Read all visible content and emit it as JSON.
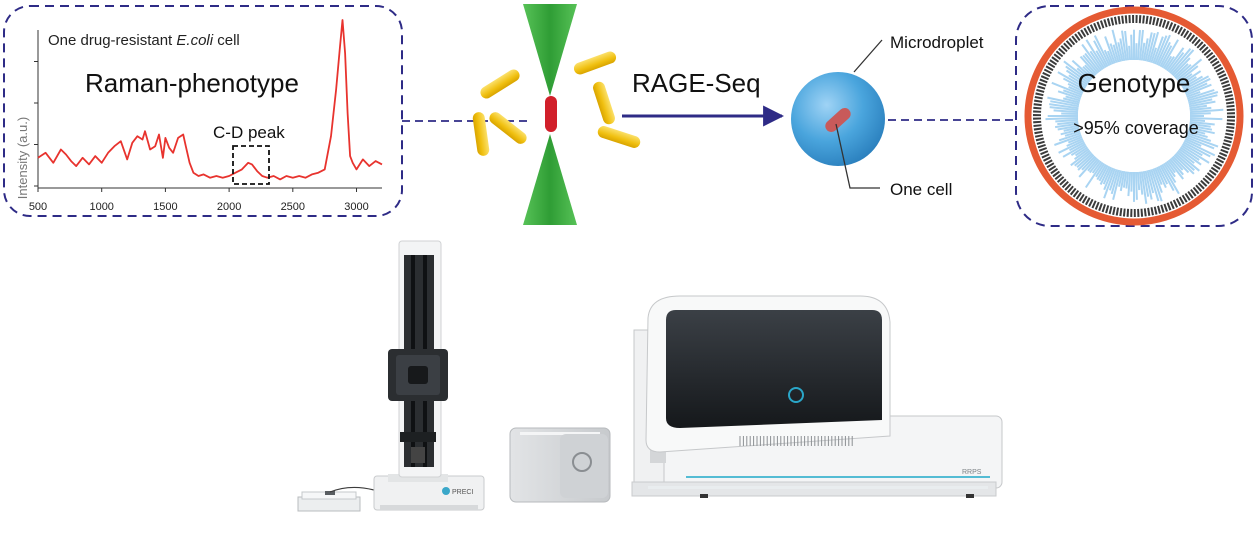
{
  "raman_panel": {
    "cell_label_prefix": "One drug-resistant ",
    "cell_label_species": "E.coli",
    "cell_label_suffix": " cell",
    "title": "Raman-phenotype",
    "peak_label": "C-D peak",
    "ylabel": "Intensity (a.u.)"
  },
  "chart_data": {
    "type": "line",
    "xlabel": "",
    "ylabel": "Intensity (a.u.)",
    "xlim": [
      500,
      3200
    ],
    "ylim": [
      0,
      1
    ],
    "x_ticks": [
      500,
      1000,
      1500,
      2000,
      2500,
      3000
    ],
    "series": [
      {
        "color": "#e8332e",
        "x": [
          500,
          560,
          620,
          680,
          720,
          760,
          800,
          850,
          900,
          950,
          1000,
          1050,
          1100,
          1150,
          1200,
          1240,
          1280,
          1320,
          1340,
          1380,
          1420,
          1450,
          1480,
          1500,
          1530,
          1560,
          1600,
          1640,
          1660,
          1690,
          1720,
          1760,
          1800,
          1850,
          1900,
          1950,
          2000,
          2050,
          2100,
          2150,
          2180,
          2220,
          2260,
          2300,
          2350,
          2400,
          2450,
          2500,
          2550,
          2600,
          2650,
          2700,
          2750,
          2800,
          2840,
          2870,
          2890,
          2910,
          2930,
          2950,
          2970,
          3000,
          3050,
          3100,
          3150,
          3200
        ],
        "y": [
          0.17,
          0.2,
          0.14,
          0.22,
          0.19,
          0.15,
          0.12,
          0.17,
          0.13,
          0.18,
          0.14,
          0.2,
          0.24,
          0.27,
          0.16,
          0.26,
          0.3,
          0.28,
          0.33,
          0.22,
          0.24,
          0.31,
          0.17,
          0.29,
          0.23,
          0.2,
          0.29,
          0.31,
          0.24,
          0.14,
          0.08,
          0.06,
          0.07,
          0.05,
          0.06,
          0.05,
          0.06,
          0.08,
          0.1,
          0.14,
          0.13,
          0.09,
          0.06,
          0.05,
          0.06,
          0.04,
          0.06,
          0.05,
          0.06,
          0.05,
          0.07,
          0.08,
          0.1,
          0.3,
          0.58,
          0.84,
          1.0,
          0.8,
          0.44,
          0.18,
          0.14,
          0.1,
          0.16,
          0.12,
          0.15,
          0.13
        ]
      }
    ]
  },
  "middle": {
    "method_label": "RAGE-Seq"
  },
  "droplet": {
    "label_droplet": "Microdroplet",
    "label_cell": "One cell"
  },
  "genotype_panel": {
    "title": "Genotype",
    "coverage": ">95% coverage"
  },
  "instruments": {
    "stand_brand": "PRECI",
    "main_label": "RRPS"
  },
  "colors": {
    "dash_border": "#2e2b86",
    "arrow": "#2e2b86",
    "spectrum": "#e8332e",
    "laser_cone": "#3aad3a",
    "cell_yellow": "#f1c40f",
    "cell_red": "#d11f2a",
    "droplet": "#4aa5dd",
    "coverage_blue": "#a9d4f2",
    "ring_orange": "#e55a33"
  }
}
